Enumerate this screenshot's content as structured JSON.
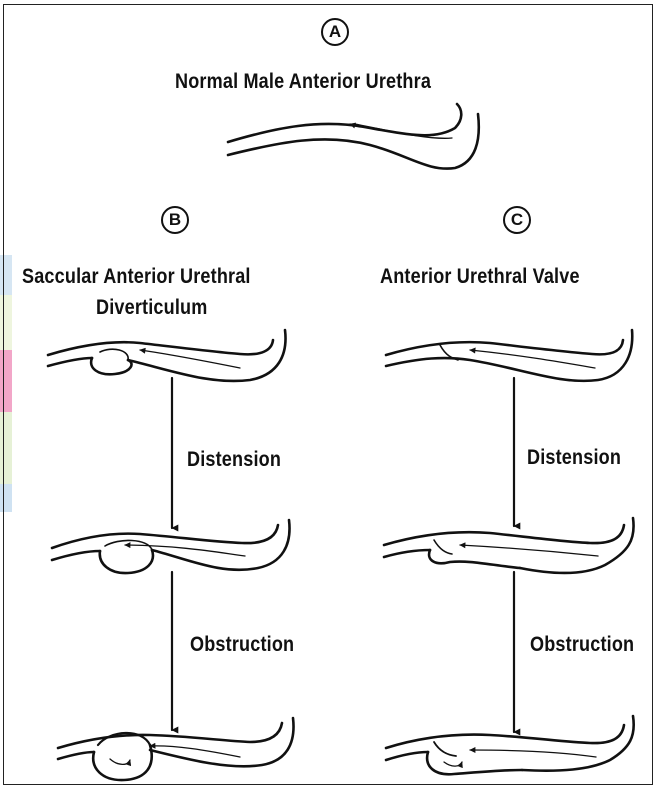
{
  "panels": {
    "a": {
      "marker": "A",
      "title": "Normal Male Anterior Urethra"
    },
    "b": {
      "marker": "B",
      "title_line1": "Saccular Anterior Urethral",
      "title_line2": "Diverticulum"
    },
    "c": {
      "marker": "C",
      "title": "Anterior Urethral Valve"
    }
  },
  "steps": {
    "b_step1": "Distension",
    "b_step2": "Obstruction",
    "c_step1": "Distension",
    "c_step2": "Obstruction"
  },
  "colors": {
    "ink": "#111111",
    "edge_stripes": [
      "#d6e6f3",
      "#eef5de",
      "#f2a6c8",
      "#e6f1d6",
      "#cfe2f2"
    ]
  }
}
